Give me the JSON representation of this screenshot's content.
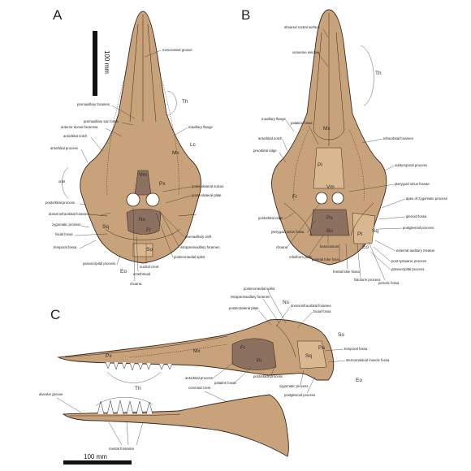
{
  "panels": {
    "a": "A",
    "b": "B",
    "c": "C"
  },
  "scale_bars": {
    "vertical": "100 mm",
    "horizontal": "100 mm"
  },
  "labels_a": {
    "mesorostral_groove": "mesorostral groove",
    "premaxillary_foramen": "premaxillary foramen",
    "premaxillary_sac_fossa": "premaxillary sac fossa",
    "anterior_dorsal_foramina": "anterior dorsal foramina",
    "antorbital_notch": "antorbital notch",
    "antorbital_process": "antorbital process",
    "orbit": "orbit",
    "postorbital_process": "postorbital process",
    "dorsal_infraorbital_foramen": "dorsal infraorbital foramen",
    "zygomatic_process": "zygomatic process",
    "facial_fossa": "facial fossa",
    "temporal_fossa": "temporal fossa",
    "paraoccipital_process": "paraoccipital process",
    "maxillary_flange": "maxillary flange",
    "posterolateral_sulcus": "posterolateral sulcus",
    "posterolateral_plate": "posterolateral plate",
    "premaxillary_cleft": "premaxillary cleft",
    "intrapremaxillary_foramen": "intrapremaxillary foramen",
    "posteromedial_splint": "posteromedial splint",
    "nuchal_crest": "nuchal crest",
    "ectethmoid": "ectethmoid",
    "choana": "choana",
    "abbr_th": "Th",
    "abbr_mx": "Mx",
    "abbr_lc": "Lc",
    "abbr_vm": "Vm",
    "abbr_px": "Px",
    "abbr_ns": "Ns",
    "abbr_fr": "Fr",
    "abbr_so": "So",
    "abbr_sq": "Sq",
    "abbr_eo": "Eo"
  },
  "labels_b": {
    "sheared_rostral_surface": "sheared rostral surface",
    "vomerine_window": "vomerine window",
    "maxillary_flange": "maxillary flange",
    "palatine_fossa": "palatine fossa",
    "antorbital_notch": "antorbital notch",
    "preorbital_ridge": "preorbital ridge",
    "infraorbital_foramen": "infraorbital foramen",
    "subtemporal_process": "subtemporal process",
    "pterygoid_sinus_fossae": "pterygoid sinus fossae",
    "apex_zygomatic_process": "apex of zygomatic process",
    "glenoid_fossa": "glenoid fossa",
    "postglenoid_process": "postglenoid process",
    "postorbital_ridge": "postorbital ridge",
    "pterygoid_sinus_fossa": "pterygoid sinus fossa",
    "choana": "choana",
    "cribriform_plate": "cribriform plate",
    "basicranium": "basicranium",
    "parietal_lobe_fossa": "parietal lobe fossa",
    "frontal_lobe_fossa": "frontal lobe fossa",
    "falciform_process": "falciform process",
    "periotic_fossa": "periotic fossa",
    "external_auditory_meatus": "external auditory meatus",
    "post_tympanic_process": "post-tympanic process",
    "paraoccipital_process": "paraoccipital process",
    "abbr_th": "Th",
    "abbr_mx": "Mx",
    "abbr_pl": "Pl",
    "abbr_fr": "Fr",
    "abbr_vm": "Vm",
    "abbr_ps": "Ps",
    "abbr_pt": "Pt",
    "abbr_sq": "Sq",
    "abbr_eo": "Eo",
    "abbr_bo": "Bo"
  },
  "labels_c": {
    "posteromedial_splint": "posteromedial splint",
    "intrapremaxillary_foramen": "intrapremaxillary foramen",
    "posterolateral_plate": "posterolateral plate",
    "dorsal_infraorbital_foramen": "dorsal infraorbital foramen",
    "facial_fossa": "facial fossa",
    "temporal_fossa": "temporal fossa",
    "sternomastoid_muscle_fossa": "sternomastoid muscle fossa",
    "antorbital_process": "antorbital process",
    "palatine_fossa": "palatine fossa",
    "postorbital_process": "postorbital process",
    "zygomatic_process": "zygomatic process",
    "postglenoid_process": "postglenoid process",
    "alveolar_groove": "alveolar groove",
    "coronoid_crest": "coronoid crest",
    "mental_foramina": "mental foramina",
    "abbr_px": "Px",
    "abbr_mx": "Mx",
    "abbr_th": "Th",
    "abbr_ns": "Ns",
    "abbr_fr": "Fr",
    "abbr_pl": "Pl",
    "abbr_so": "So",
    "abbr_pa": "Pa",
    "abbr_sq": "Sq",
    "abbr_eo": "Eo"
  }
}
